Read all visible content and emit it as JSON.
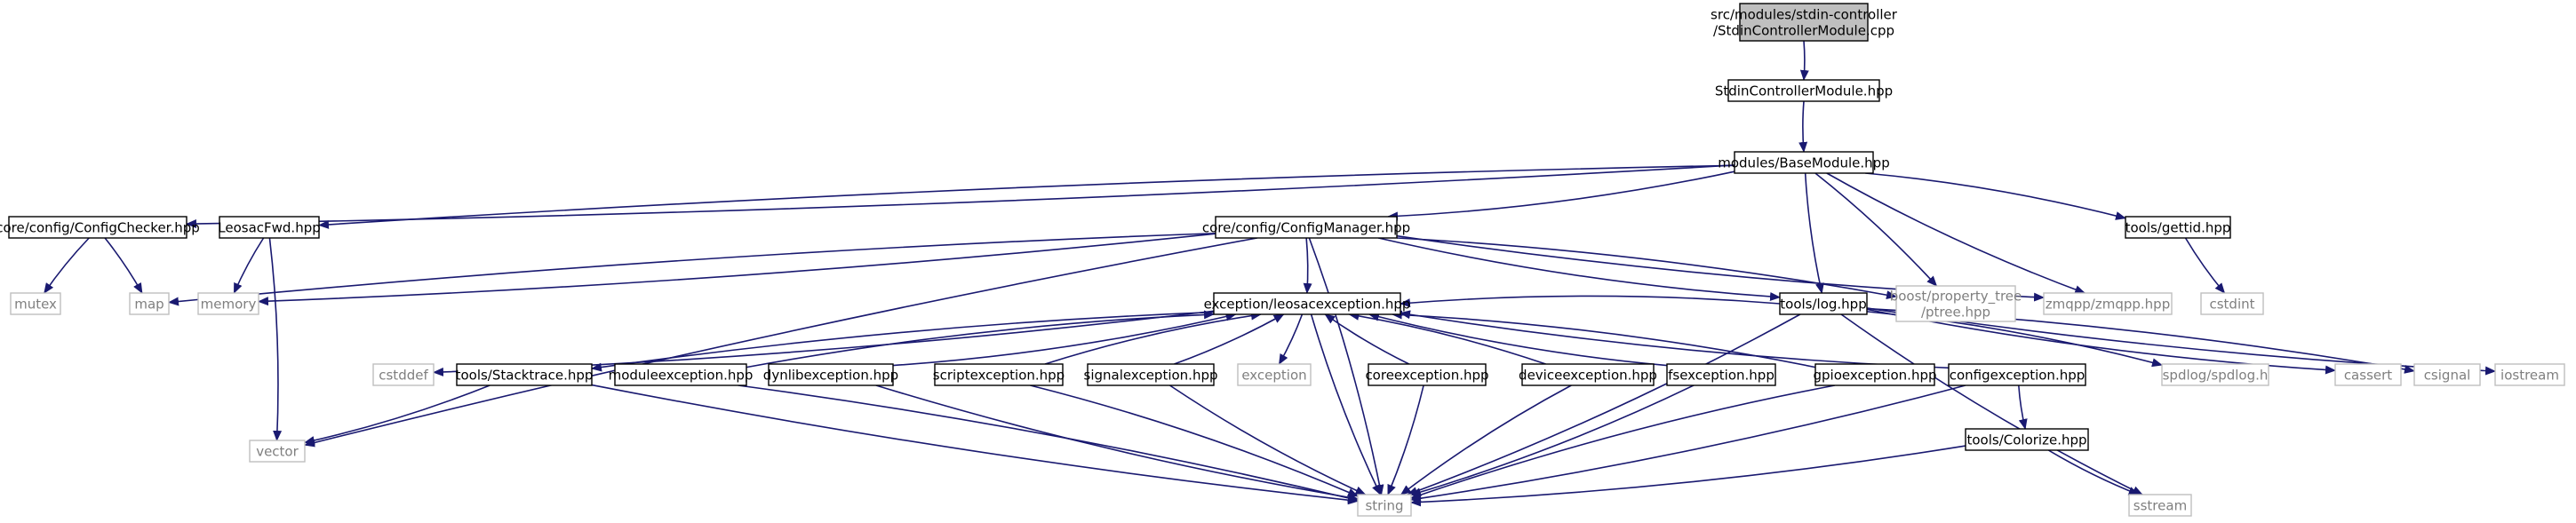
{
  "colors": {
    "edge": "#191970",
    "node_border": "#000000",
    "node_fill": "#ffffff",
    "external_border": "#bfbfbf",
    "external_text": "#7f7f7f",
    "root_fill": "#bfbfbf"
  },
  "nodes": [
    {
      "id": "root",
      "lines": [
        "src/modules/stdin-controller",
        "/StdinControllerModule.cpp"
      ],
      "kind": "root"
    },
    {
      "id": "stdinhpp",
      "lines": [
        "StdinControllerModule.hpp"
      ],
      "kind": "header"
    },
    {
      "id": "basemodule",
      "lines": [
        "modules/BaseModule.hpp"
      ],
      "kind": "header"
    },
    {
      "id": "configchecker",
      "lines": [
        "core/config/ConfigChecker.hpp"
      ],
      "kind": "header"
    },
    {
      "id": "leosacfwd",
      "lines": [
        "LeosacFwd.hpp"
      ],
      "kind": "header"
    },
    {
      "id": "configmanager",
      "lines": [
        "core/config/ConfigManager.hpp"
      ],
      "kind": "header"
    },
    {
      "id": "gettid",
      "lines": [
        "tools/gettid.hpp"
      ],
      "kind": "header"
    },
    {
      "id": "mutex",
      "lines": [
        "mutex"
      ],
      "kind": "external"
    },
    {
      "id": "map",
      "lines": [
        "map"
      ],
      "kind": "external"
    },
    {
      "id": "memory",
      "lines": [
        "memory"
      ],
      "kind": "external"
    },
    {
      "id": "leosacexception",
      "lines": [
        "exception/leosacexception.hpp"
      ],
      "kind": "header"
    },
    {
      "id": "log",
      "lines": [
        "tools/log.hpp"
      ],
      "kind": "header"
    },
    {
      "id": "ptree",
      "lines": [
        "boost/property_tree",
        "/ptree.hpp"
      ],
      "kind": "external"
    },
    {
      "id": "zmqpp",
      "lines": [
        "zmqpp/zmqpp.hpp"
      ],
      "kind": "external"
    },
    {
      "id": "cstdint",
      "lines": [
        "cstdint"
      ],
      "kind": "external"
    },
    {
      "id": "cstddef",
      "lines": [
        "cstddef"
      ],
      "kind": "external"
    },
    {
      "id": "stacktrace",
      "lines": [
        "tools/Stacktrace.hpp"
      ],
      "kind": "header"
    },
    {
      "id": "moduleexception",
      "lines": [
        "moduleexception.hpp"
      ],
      "kind": "header"
    },
    {
      "id": "dynlibexception",
      "lines": [
        "dynlibexception.hpp"
      ],
      "kind": "header"
    },
    {
      "id": "scriptexception",
      "lines": [
        "scriptexception.hpp"
      ],
      "kind": "header"
    },
    {
      "id": "signalexception",
      "lines": [
        "signalexception.hpp"
      ],
      "kind": "header"
    },
    {
      "id": "exception",
      "lines": [
        "exception"
      ],
      "kind": "external"
    },
    {
      "id": "coreexception",
      "lines": [
        "coreexception.hpp"
      ],
      "kind": "header"
    },
    {
      "id": "deviceexception",
      "lines": [
        "deviceexception.hpp"
      ],
      "kind": "header"
    },
    {
      "id": "fsexception",
      "lines": [
        "fsexception.hpp"
      ],
      "kind": "header"
    },
    {
      "id": "gpioexception",
      "lines": [
        "gpioexception.hpp"
      ],
      "kind": "header"
    },
    {
      "id": "configexception",
      "lines": [
        "configexception.hpp"
      ],
      "kind": "header"
    },
    {
      "id": "spdlog",
      "lines": [
        "spdlog/spdlog.h"
      ],
      "kind": "external"
    },
    {
      "id": "cassert",
      "lines": [
        "cassert"
      ],
      "kind": "external"
    },
    {
      "id": "csignal",
      "lines": [
        "csignal"
      ],
      "kind": "external"
    },
    {
      "id": "iostream",
      "lines": [
        "iostream"
      ],
      "kind": "external"
    },
    {
      "id": "vector",
      "lines": [
        "vector"
      ],
      "kind": "external"
    },
    {
      "id": "colorize",
      "lines": [
        "tools/Colorize.hpp"
      ],
      "kind": "header"
    },
    {
      "id": "string",
      "lines": [
        "string"
      ],
      "kind": "external"
    },
    {
      "id": "sstream",
      "lines": [
        "sstream"
      ],
      "kind": "external"
    }
  ],
  "edges": [
    [
      "root",
      "stdinhpp"
    ],
    [
      "stdinhpp",
      "basemodule"
    ],
    [
      "basemodule",
      "configchecker"
    ],
    [
      "basemodule",
      "leosacfwd"
    ],
    [
      "basemodule",
      "configmanager"
    ],
    [
      "basemodule",
      "log"
    ],
    [
      "basemodule",
      "ptree"
    ],
    [
      "basemodule",
      "zmqpp"
    ],
    [
      "basemodule",
      "gettid"
    ],
    [
      "configchecker",
      "mutex"
    ],
    [
      "configchecker",
      "map"
    ],
    [
      "leosacfwd",
      "memory"
    ],
    [
      "leosacfwd",
      "vector"
    ],
    [
      "configmanager",
      "map"
    ],
    [
      "configmanager",
      "memory"
    ],
    [
      "configmanager",
      "vector"
    ],
    [
      "configmanager",
      "leosacexception"
    ],
    [
      "configmanager",
      "log"
    ],
    [
      "configmanager",
      "ptree"
    ],
    [
      "configmanager",
      "zmqpp"
    ],
    [
      "configmanager",
      "string"
    ],
    [
      "gettid",
      "cstdint"
    ],
    [
      "leosacexception",
      "cstddef"
    ],
    [
      "leosacexception",
      "stacktrace"
    ],
    [
      "leosacexception",
      "exception"
    ],
    [
      "leosacexception",
      "string"
    ],
    [
      "moduleexception",
      "leosacexception"
    ],
    [
      "dynlibexception",
      "leosacexception"
    ],
    [
      "scriptexception",
      "leosacexception"
    ],
    [
      "signalexception",
      "leosacexception"
    ],
    [
      "coreexception",
      "leosacexception"
    ],
    [
      "deviceexception",
      "leosacexception"
    ],
    [
      "fsexception",
      "leosacexception"
    ],
    [
      "gpioexception",
      "leosacexception"
    ],
    [
      "configexception",
      "leosacexception"
    ],
    [
      "log",
      "leosacexception"
    ],
    [
      "log",
      "spdlog"
    ],
    [
      "log",
      "cassert"
    ],
    [
      "log",
      "csignal"
    ],
    [
      "log",
      "iostream"
    ],
    [
      "log",
      "string"
    ],
    [
      "log",
      "sstream"
    ],
    [
      "stacktrace",
      "vector"
    ],
    [
      "stacktrace",
      "string"
    ],
    [
      "moduleexception",
      "string"
    ],
    [
      "dynlibexception",
      "string"
    ],
    [
      "scriptexception",
      "string"
    ],
    [
      "signalexception",
      "string"
    ],
    [
      "coreexception",
      "string"
    ],
    [
      "deviceexception",
      "string"
    ],
    [
      "fsexception",
      "string"
    ],
    [
      "gpioexception",
      "string"
    ],
    [
      "configexception",
      "string"
    ],
    [
      "configexception",
      "colorize"
    ],
    [
      "colorize",
      "string"
    ],
    [
      "colorize",
      "sstream"
    ]
  ]
}
